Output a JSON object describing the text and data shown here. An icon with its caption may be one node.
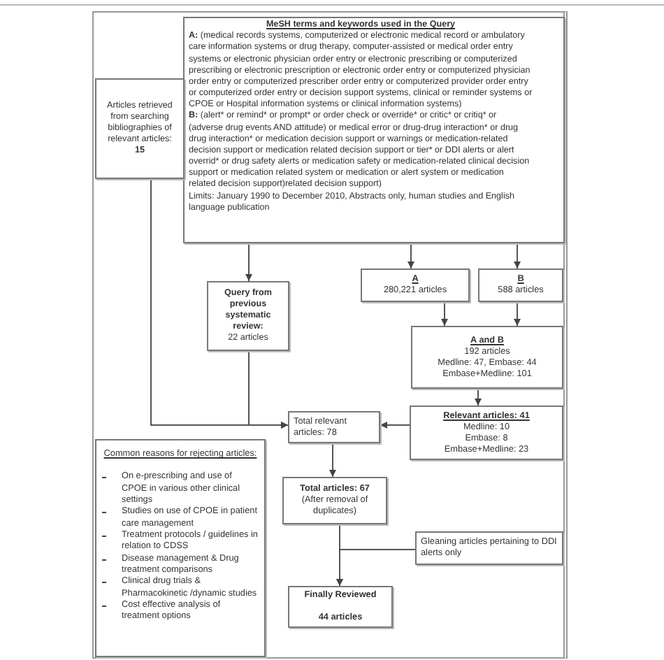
{
  "diagram": {
    "nodes": [
      {
        "text": [
          "MeSH terms and keywords used in the Query",
          "A: (medical records systems, computerized or electronic medical record or ambulatory care information systems or drug therapy, computer-assisted or medical order entry systems or electronic physician order entry or electronic prescribing or computerized prescribing or electronic prescription or electronic order entry or computerized physician order entry or computerized prescriber order entry or computerized provider order entry or computerized order entry or decision support systems, clinical or reminder systems or CPOE or Hospital information systems or clinical information systems)",
          "B: (alert* or remind* or prompt* or order check or override* or critic* or critiq* or (adverse drug events AND attitude) or medical error or drug-drug interaction* or drug drug interaction* or medication decision support or warnings or medication-related decision support or medication related decision support or tier* or DDI alerts or alert overrid* or drug safety alerts or medication safety or medication-related clinical decision support or medication related system or medication or alert system or medication related decision support)related decision support)",
          "Limits: January 1990 to December 2010, Abstracts only, human studies and English language publication"
        ]
      },
      {
        "text": [
          "Articles retrieved from searching bibliographies of relevant articles:",
          "15"
        ]
      },
      {
        "text": [
          "Query from previous systematic review:",
          "22 articles"
        ]
      },
      {
        "text": [
          "A",
          "280,221 articles"
        ]
      },
      {
        "text": [
          "B",
          "588 articles"
        ]
      },
      {
        "text": [
          "A and B",
          "192 articles",
          "Medline: 47, Embase: 44",
          "Embase+Medline: 101"
        ]
      },
      {
        "text": [
          "Relevant articles: 41",
          "Medline: 10",
          "Embase: 8",
          "Embase+Medline: 23"
        ]
      },
      {
        "text": [
          "Total relevant articles: 78"
        ]
      },
      {
        "text": [
          "Total articles: 67",
          "(After removal of duplicates)"
        ]
      },
      {
        "text": [
          "Gleaning articles pertaining to DDI alerts only"
        ]
      },
      {
        "text": [
          "Finally Reviewed",
          "44 articles"
        ]
      },
      {
        "text": [
          "Common reasons for rejecting articles:",
          "On e-prescribing and use of CPOE in various other clinical settings",
          "Studies on use of CPOE in patient care management",
          "Treatment protocols / guidelines in relation to CDSS",
          "Disease management & Drug treatment comparisons",
          "Clinical drug trials & Pharmacokinetic /dynamic studies",
          "Cost effective analysis of treatment options"
        ]
      }
    ],
    "edges": [
      {
        "from": 0,
        "to": 2,
        "arrow": "to"
      },
      {
        "from": 0,
        "to": 3,
        "arrow": "to"
      },
      {
        "from": 0,
        "to": 4,
        "arrow": "to"
      },
      {
        "from": 3,
        "to": 5,
        "arrow": "to"
      },
      {
        "from": 4,
        "to": 5,
        "arrow": "to"
      },
      {
        "from": 5,
        "to": 6,
        "arrow": "to"
      },
      {
        "from": 6,
        "to": 7,
        "arrow": "to"
      },
      {
        "from": 1,
        "to": 7,
        "arrow": "to"
      },
      {
        "from": 2,
        "to": 7,
        "arrow": "to"
      },
      {
        "from": 7,
        "to": 8,
        "arrow": "to"
      },
      {
        "from": 8,
        "to": 10,
        "arrow": "to"
      },
      {
        "from": 9,
        "to": 10,
        "arrow": "to"
      }
    ]
  }
}
